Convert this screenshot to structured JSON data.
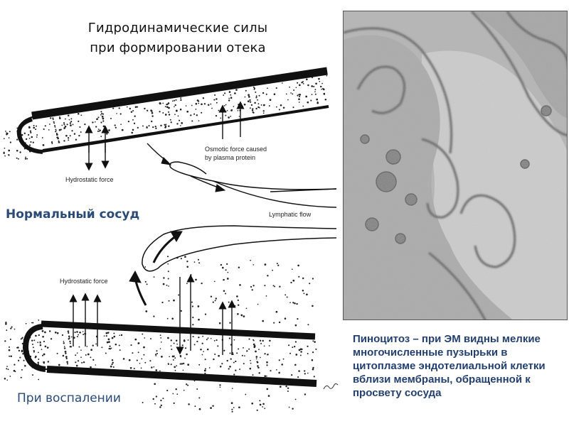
{
  "title": {
    "line1": "Гидродинамические силы",
    "line2": "при формировании отека"
  },
  "labels": {
    "normal_vessel": "Нормальный сосуд",
    "inflamed_vessel": "При воспалении"
  },
  "diagram": {
    "hydrostatic_top": "Hydrostatic force",
    "osmotic_line1": "Osmotic force caused",
    "osmotic_line2": "by plasma protein",
    "lymphatic_flow": "Lymphatic flow",
    "hydrostatic_bottom": "Hydrostatic force"
  },
  "caption": "Пиноцитоз – при ЭМ видны мелкие многочисленные пузырьки в цитоплазме эндотелиальной клетки вблизи мембраны, обращенной к просвету сосуда"
}
